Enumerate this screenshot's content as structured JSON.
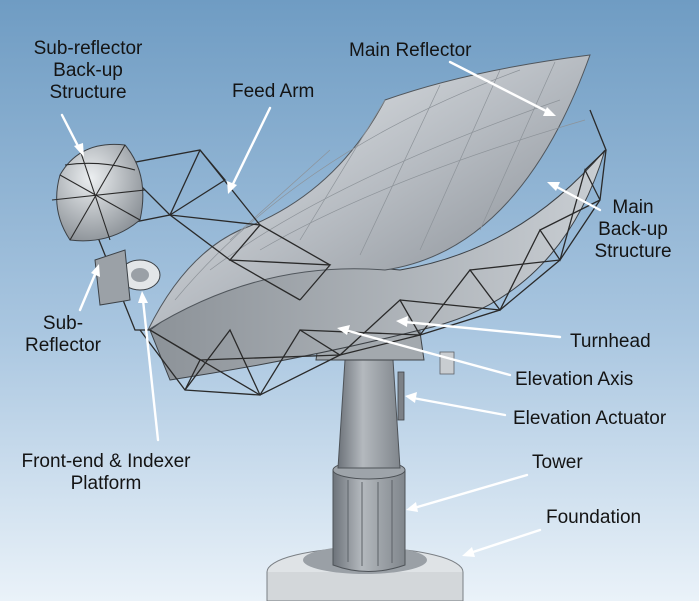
{
  "colors": {
    "background_top": "#6f9cc3",
    "background_bottom": "#eaf2f9",
    "label_text": "#141414",
    "pointer_arrow": "#ffffff",
    "metal": "#b9bec4",
    "truss": "#2a2a2a"
  },
  "labels": {
    "sub_reflector_backup": {
      "lines": [
        "Sub-reflector",
        "Back-up",
        "Structure"
      ]
    },
    "feed_arm": {
      "lines": [
        "Feed Arm"
      ]
    },
    "main_reflector": {
      "lines": [
        "Main Reflector"
      ]
    },
    "main_backup": {
      "lines": [
        "Main",
        "Back-up",
        "Structure"
      ]
    },
    "sub_reflector": {
      "lines": [
        "Sub-",
        "Reflector"
      ]
    },
    "turnhead": {
      "lines": [
        "Turnhead"
      ]
    },
    "elevation_axis": {
      "lines": [
        "Elevation Axis"
      ]
    },
    "elevation_actuator": {
      "lines": [
        "Elevation Actuator"
      ]
    },
    "front_end": {
      "lines": [
        "Front-end & Indexer",
        "Platform"
      ]
    },
    "tower": {
      "lines": [
        "Tower"
      ]
    },
    "foundation": {
      "lines": [
        "Foundation"
      ]
    }
  }
}
